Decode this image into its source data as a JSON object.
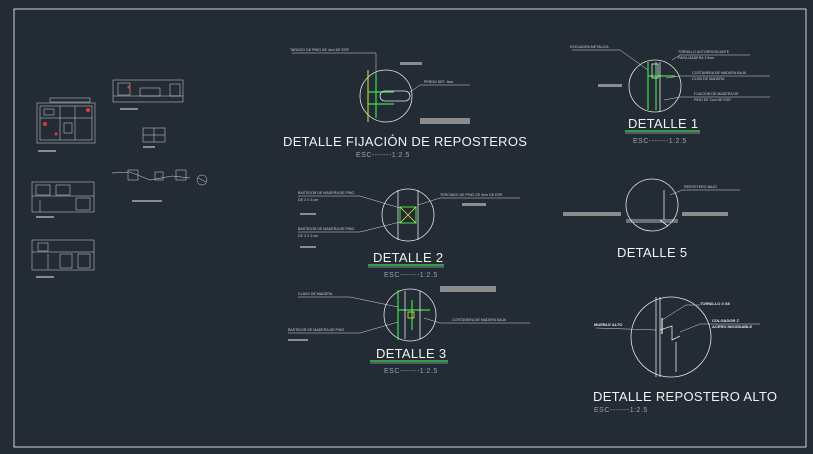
{
  "colors": {
    "background": "#232b34",
    "frame": "#cfd3d6",
    "linework": "#e6e6e6",
    "accent_green": "#3fe04a",
    "accent_yellow": "#e6e63a",
    "accent_red": "#e23b3b",
    "hatch_gray": "#8c8c8c"
  },
  "details": {
    "fijacion": {
      "title": "DETALLE FIJACIÓN DE REPOSTEROS",
      "scale": "ESC-------1:2.5",
      "notes": [
        "TARUGO DE PINO DE 4cm DE ESP.",
        "PERNO DET. 4cm"
      ]
    },
    "d1": {
      "title": "DETALLE 1",
      "scale": "ESC-------1:2.5",
      "notes": [
        "ESCUADRA METALICA",
        "TORNILLO AUTORROSCANTE",
        "PARA MADERA 1½cm",
        "COSTANERA DE MADERA BAJA",
        "CLON DE MADERA",
        "FIJACION DE MADERA DE",
        "PINO DE 2cm DE ESP."
      ]
    },
    "d2": {
      "title": "DETALLE 2",
      "scale": "ESC-------1:2.5",
      "notes": [
        "BASTIDOR DE MADERA DE PINO",
        "DE 3 X 3 cm",
        "BASTIDOR DE MADERA DE PINO",
        "DE 3 X 3 cm",
        "TERCIADO DE PINO DE 4cm DE ESP."
      ]
    },
    "d3": {
      "title": "DETALLE 3",
      "scale": "ESC-------1:2.5",
      "notes": [
        "CLAVO DE MADERA",
        "BASTIDOR DE MADERA DE PINO",
        "COSTANERA DE MADERA BAJA"
      ]
    },
    "d5": {
      "title": "DETALLE 5",
      "notes": [
        "REPOSTERO BAJO"
      ]
    },
    "alto": {
      "title": "DETALLE REPOSTERO ALTO",
      "scale": "ESC-------1:2.5",
      "notes": [
        "TORNILLO 3 X8",
        "MUEBLE ALTO",
        "COLGADOR Z",
        "ACERO INOXIDABLE"
      ]
    }
  }
}
